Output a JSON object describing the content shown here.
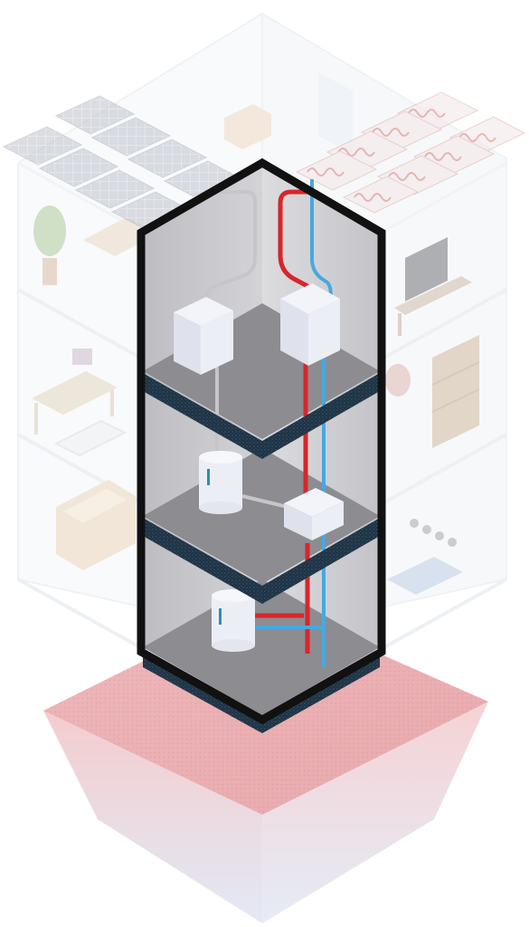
{
  "colors": {
    "background": "#ffffff",
    "ghost_house_line": "#e3e8ee",
    "ghost_furniture": "#ece6dc",
    "solar_panel": "#c9ccd4",
    "underfloor_heating": "#e8b9b6",
    "frame": "#111111",
    "interior_wall": "#c9c9cd",
    "interior_floor": "#8a8a8e",
    "slab": "#1f3344",
    "slab_texture": "#35546b",
    "hot_pipe": "#d7262b",
    "cold_pipe": "#45a9e1",
    "grey_pipe": "#c6c6c8",
    "unit_body": "#eceef6",
    "unit_shadow": "#cfd2de",
    "ground_top": "#e9a9ac",
    "ground_side": "#f1c5c8",
    "ground_bottom": "#dfe6f3"
  },
  "components": {
    "upper_floor_units": [
      "heat-pump-unit",
      "distribution-unit"
    ],
    "middle_floor_units": [
      "buffer-tank",
      "controller-unit"
    ],
    "ground_floor_units": [
      "hot-water-cylinder"
    ]
  }
}
